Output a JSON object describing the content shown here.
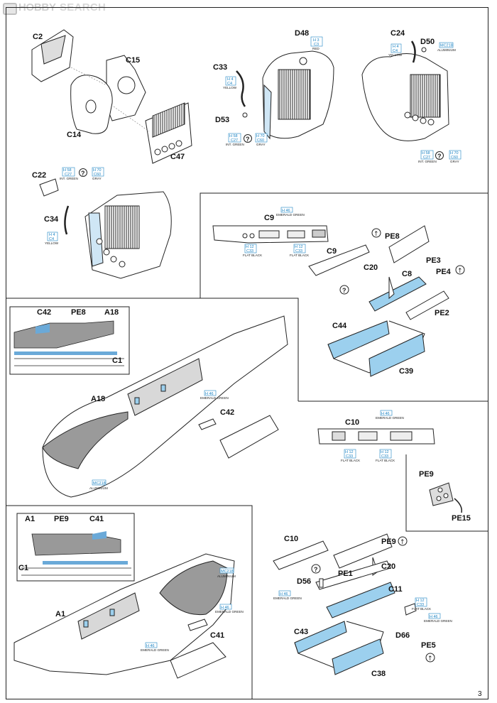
{
  "watermark": {
    "brand1": "HOBBY",
    "brand2": "SEARCH"
  },
  "page_number": "3",
  "parts": {
    "C2": "C2",
    "C15": "C15",
    "C14": "C14",
    "C47": "C47",
    "D48": "D48",
    "C33": "C33",
    "D53": "D53",
    "C24": "C24",
    "D50": "D50",
    "C22": "C22",
    "C34": "C34",
    "C9": "C9",
    "C9b": "C9",
    "PE8": "PE8",
    "PE3": "PE3",
    "C20": "C20",
    "C8": "C8",
    "PE4": "PE4",
    "PE2": "PE2",
    "C44": "C44",
    "C39": "C39",
    "C42": "C42",
    "PE8b": "PE8",
    "A18": "A18",
    "C1": "C1",
    "A18b": "A18",
    "C42b": "C42",
    "C10": "C10",
    "PE9": "PE9",
    "PE15": "PE15",
    "A1": "A1",
    "PE9b": "PE9",
    "C41": "C41",
    "C1b": "C1",
    "C10b": "C10",
    "PE9c": "PE9",
    "C20b": "C20",
    "D56": "D56",
    "PE1": "PE1",
    "C11": "C11",
    "D66": "D66",
    "PE5": "PE5",
    "C43": "C43",
    "C38": "C38",
    "A1b": "A1",
    "C41b": "C41"
  },
  "paint": {
    "H3": "H 3",
    "C3": "C3",
    "RED": "RED",
    "H4": "H 4",
    "C4": "C4",
    "YELLOW": "YELLOW",
    "H58": "H 58",
    "C27": "C27",
    "INTGREEN": "INT. GREEN",
    "H70": "H 70",
    "C60": "C60",
    "GRAY": "GRAY",
    "MC218": "MC218",
    "ALUMINIUM": "ALUMINIUM",
    "H46": "H 46",
    "EMERALDGREEN": "EMERALD GREEN",
    "H12": "H 12",
    "C33": "C33",
    "FLATBLACK": "FLAT BLACK"
  },
  "symbols": {
    "question": "?",
    "flip": "↑"
  }
}
